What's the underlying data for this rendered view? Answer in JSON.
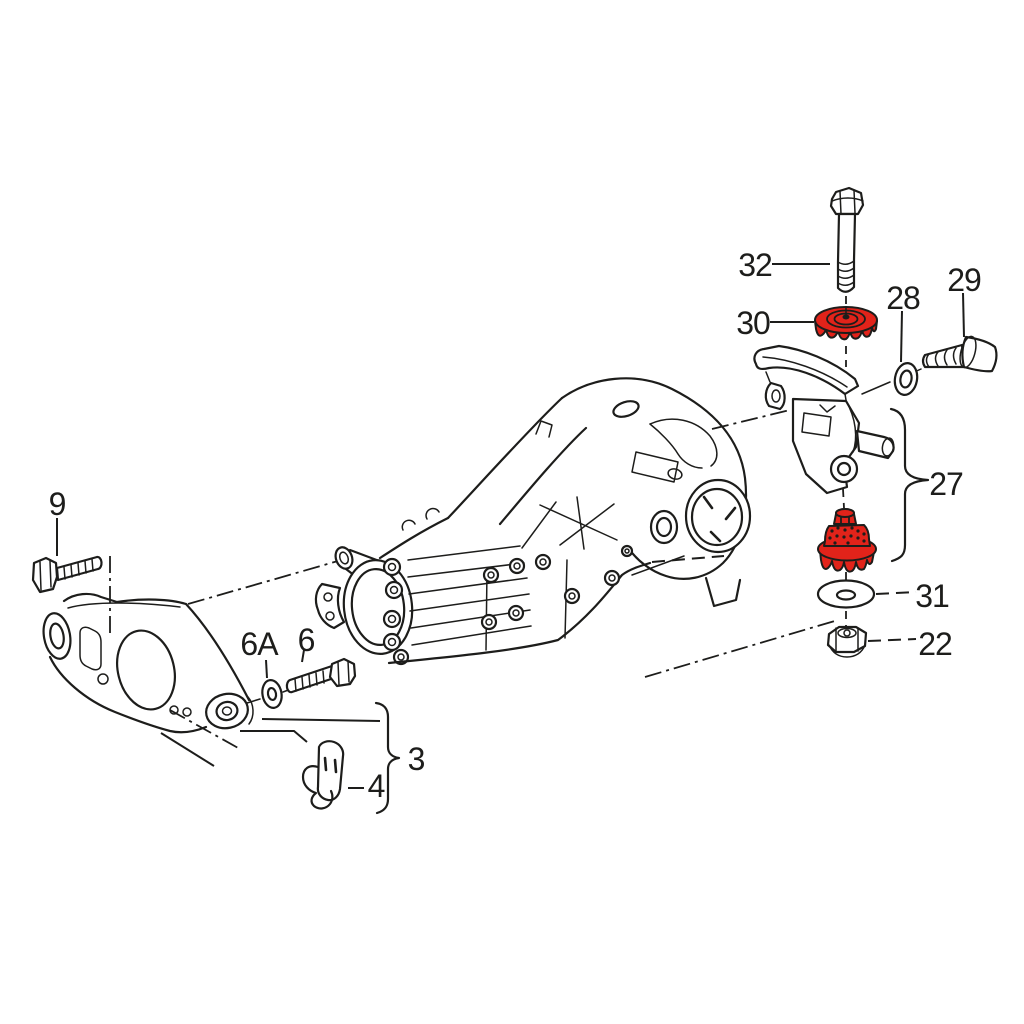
{
  "colors": {
    "background": "#ffffff",
    "line": "#1d1d1b",
    "highlight": "#e2231a"
  },
  "callouts": [
    {
      "id": "9",
      "text": "9"
    },
    {
      "id": "6A",
      "text": "6A"
    },
    {
      "id": "6",
      "text": "6"
    },
    {
      "id": "3",
      "text": "3"
    },
    {
      "id": "4",
      "text": "4"
    },
    {
      "id": "32",
      "text": "32"
    },
    {
      "id": "30",
      "text": "30"
    },
    {
      "id": "28",
      "text": "28"
    },
    {
      "id": "29",
      "text": "29"
    },
    {
      "id": "27",
      "text": "27"
    },
    {
      "id": "31",
      "text": "31"
    },
    {
      "id": "22",
      "text": "22"
    }
  ],
  "red_highlighted_callouts": [
    "30",
    "27"
  ]
}
